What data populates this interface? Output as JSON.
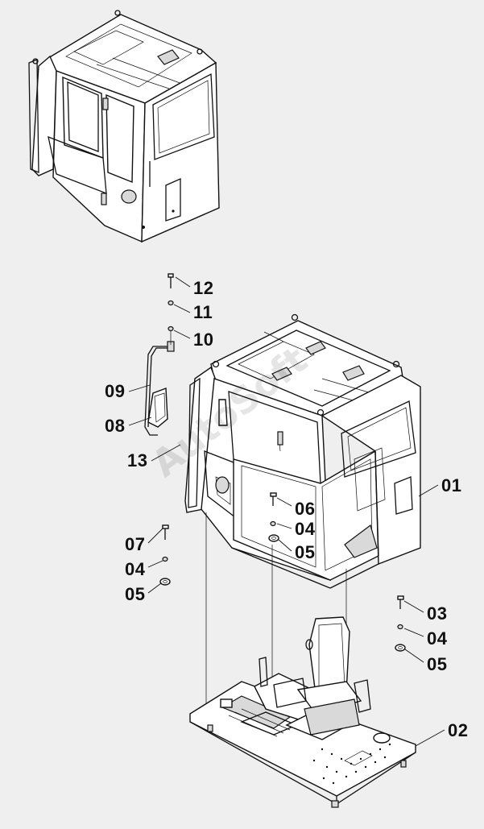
{
  "watermark": "AutoSoft",
  "callouts": {
    "c01": "01",
    "c02": "02",
    "c03": "03",
    "c04a": "04",
    "c05a": "05",
    "c06": "06",
    "c04b": "04",
    "c05b": "05",
    "c07": "07",
    "c04c": "04",
    "c05c": "05",
    "c08": "08",
    "c09": "09",
    "c10": "10",
    "c11": "11",
    "c12": "12",
    "c13": "13"
  }
}
